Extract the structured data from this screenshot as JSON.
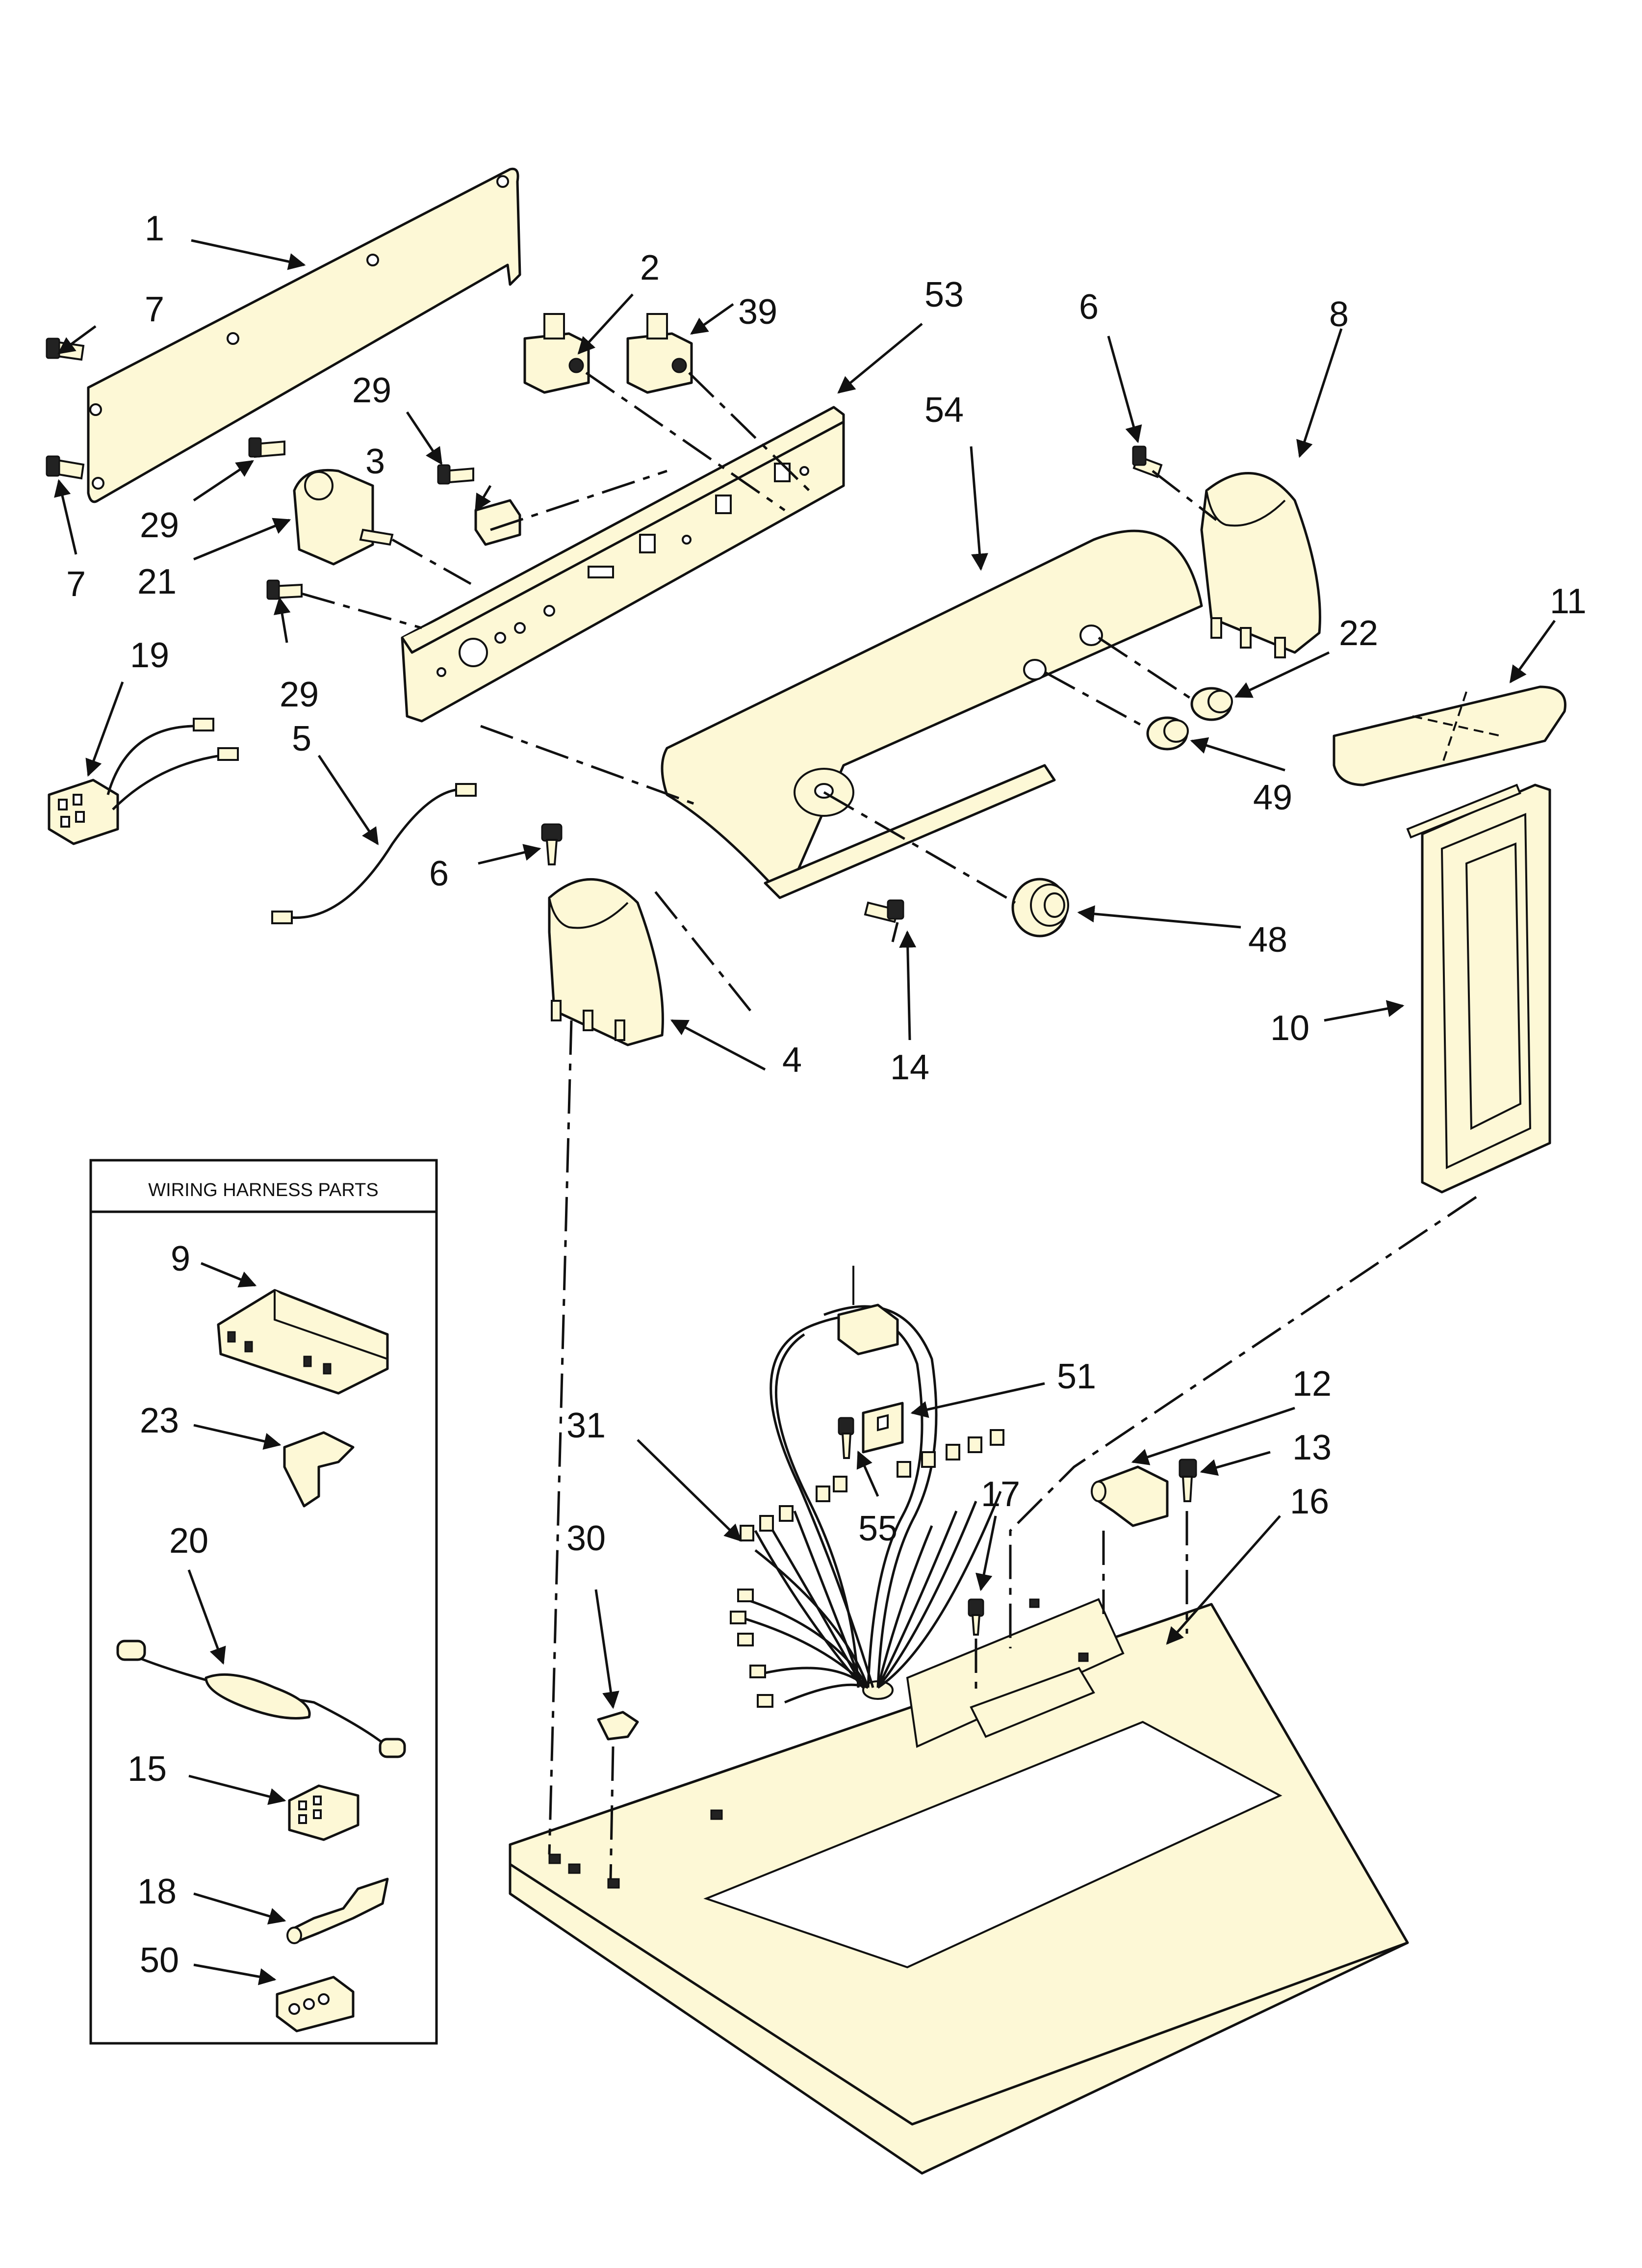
{
  "diagram": {
    "inset_title": "WIRING HARNESS PARTS",
    "callouts": {
      "c1": "1",
      "c2": "2",
      "c3": "3",
      "c4": "4",
      "c5": "5",
      "c6a": "6",
      "c6b": "6",
      "c7a": "7",
      "c7b": "7",
      "c8": "8",
      "c9": "9",
      "c10": "10",
      "c11": "11",
      "c12": "12",
      "c13": "13",
      "c14": "14",
      "c15": "15",
      "c16": "16",
      "c17": "17",
      "c18": "18",
      "c19": "19",
      "c20": "20",
      "c21": "21",
      "c22": "22",
      "c23": "23",
      "c29a": "29",
      "c29b": "29",
      "c29c": "29",
      "c30": "30",
      "c31": "31",
      "c39": "39",
      "c48": "48",
      "c49": "49",
      "c50": "50",
      "c51": "51",
      "c53": "53",
      "c54": "54",
      "c55": "55"
    },
    "colors": {
      "part_fill": "#fdf8d6",
      "line": "#111111",
      "background": "#ffffff"
    }
  }
}
